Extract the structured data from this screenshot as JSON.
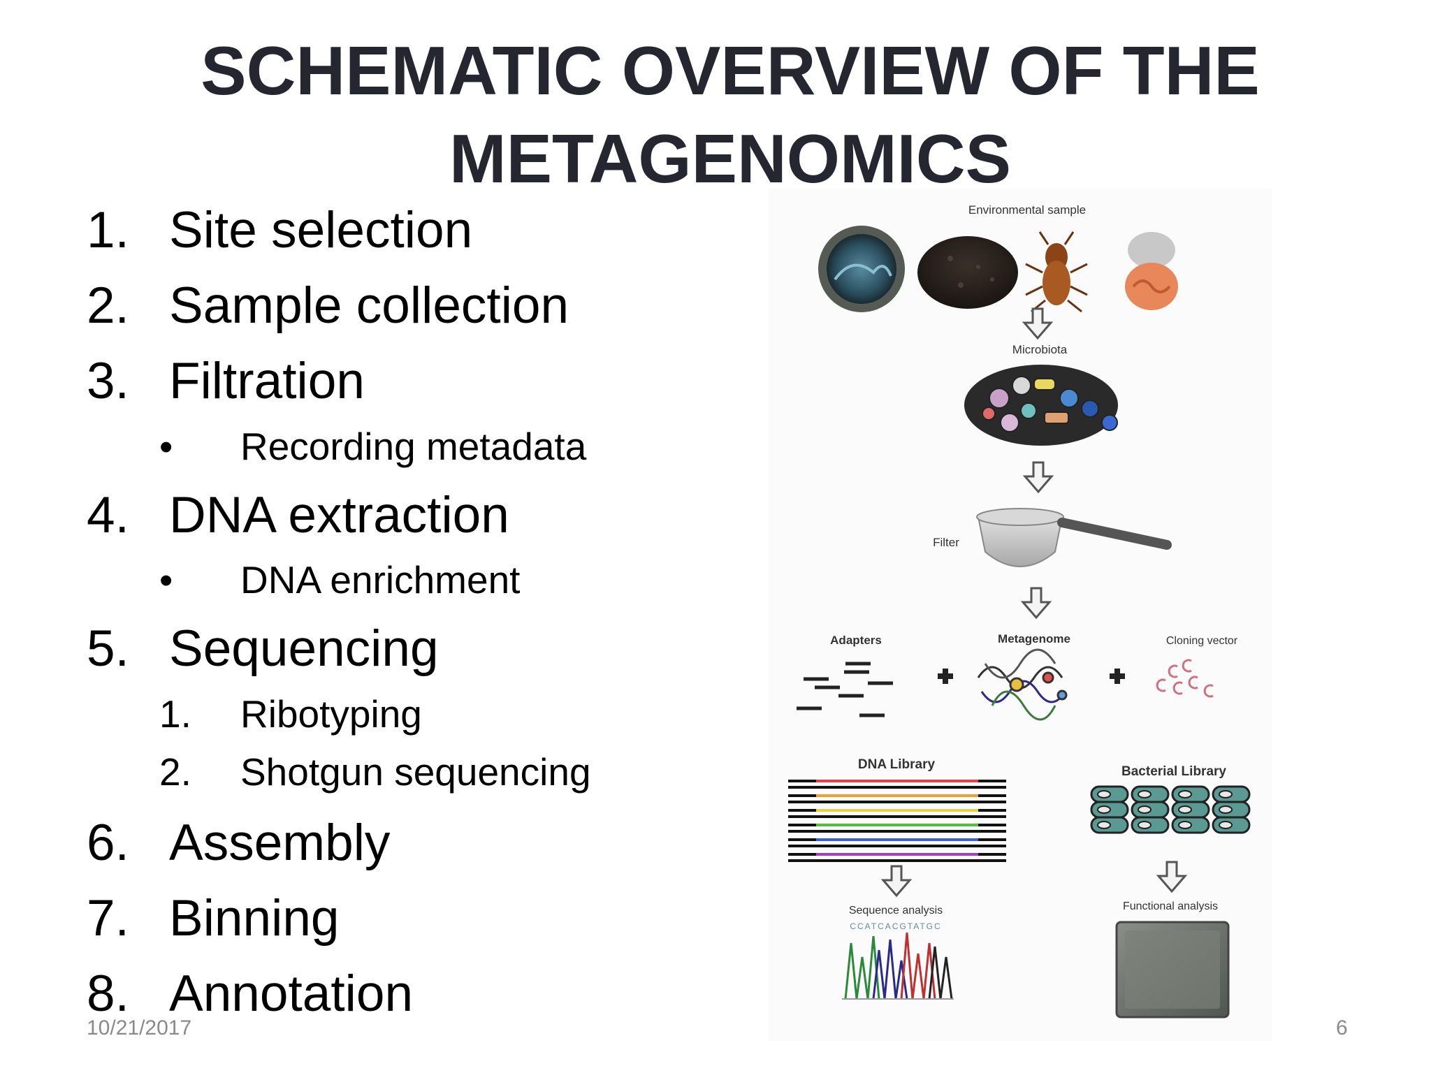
{
  "title": {
    "line1": "SCHEMATIC OVERVIEW OF THE",
    "line2": "METAGENOMICS"
  },
  "steps": [
    {
      "num": "1.",
      "text": "Site selection"
    },
    {
      "num": "2.",
      "text": "Sample collection"
    },
    {
      "num": "3.",
      "text": "Filtration",
      "sub": [
        {
          "marker": "•",
          "text": "Recording metadata"
        }
      ]
    },
    {
      "num": "4.",
      "text": "DNA extraction",
      "sub": [
        {
          "marker": "•",
          "text": "DNA enrichment"
        }
      ]
    },
    {
      "num": "5.",
      "text": "Sequencing",
      "sub": [
        {
          "marker": "1.",
          "text": "Ribotyping"
        },
        {
          "marker": "2.",
          "text": "Shotgun sequencing"
        }
      ]
    },
    {
      "num": "6.",
      "text": "Assembly"
    },
    {
      "num": "7.",
      "text": "Binning"
    },
    {
      "num": "8.",
      "text": "Annotation"
    }
  ],
  "footer": {
    "date": "10/21/2017",
    "page": "6"
  },
  "figure": {
    "environmental_sample": "Environmental sample",
    "microbiota": "Microbiota",
    "filter": "Filter",
    "adapters": "Adapters",
    "metagenome": "Metagenome",
    "cloning_vector": "Cloning vector",
    "dna_library": "DNA Library",
    "bacterial_library": "Bacterial Library",
    "sequence_analysis": "Sequence analysis",
    "sequence_text": "CCATCACGTATGC",
    "functional_analysis": "Functional analysis"
  },
  "colors": {
    "title": "#262631",
    "footer": "#8a8a8a",
    "library_bands": [
      "#e8404a",
      "#f0a030",
      "#e8d040",
      "#50c040",
      "#4060d0",
      "#a040d0"
    ]
  }
}
